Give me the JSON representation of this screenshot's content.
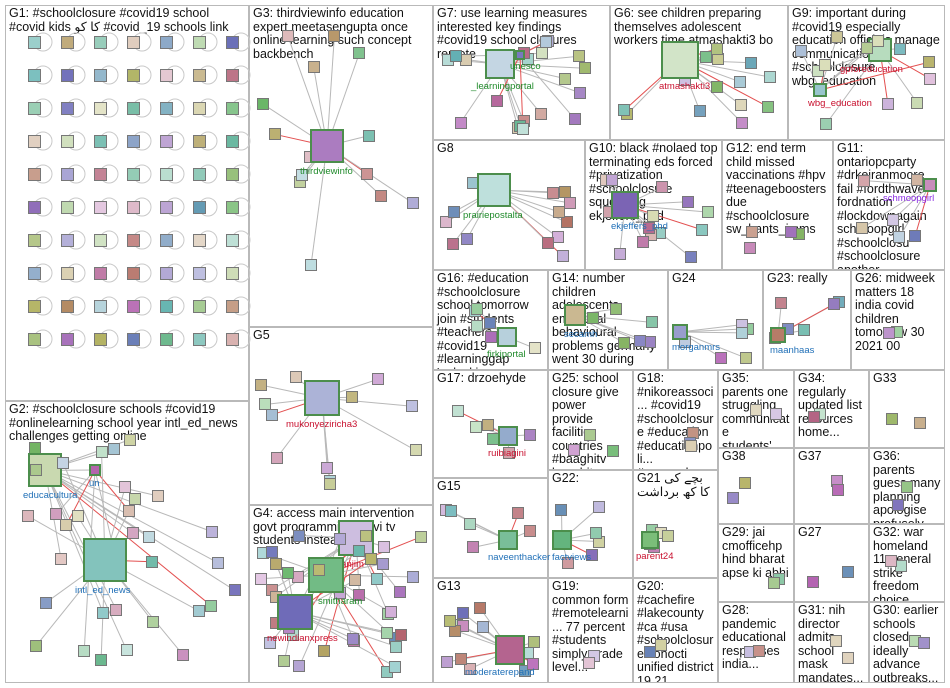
{
  "groups": [
    {
      "id": "G1",
      "label": "G1: #schoolclosure #covid19 school #covid kids کا کو #covid_19 schools link",
      "labels": []
    },
    {
      "id": "G2",
      "label": "G2: #schoolclosure schools #covid19 #onlinelearning school year intl_ed_news challenges getting online",
      "labels": [
        "educacultura",
        "un",
        "intl_ed_news"
      ]
    },
    {
      "id": "G3",
      "label": "G3: thirdviewinfo education expert meetasengupta once online learning such concept backbench",
      "labels": [
        "thirdviewinfo"
      ]
    },
    {
      "id": "G4",
      "label": "G4: access main intervention govt programming kalvi tv students instead kids",
      "labels": [
        "ranjim",
        "smitharam",
        "newindianxpress"
      ]
    },
    {
      "id": "G5",
      "label": "G5",
      "labels": [
        "mukonyeziricha3"
      ]
    },
    {
      "id": "G6",
      "label": "G6: see children preparing themselves adolescent workers time atmashakti3 bo",
      "labels": [
        "atmashakti3"
      ]
    },
    {
      "id": "G7",
      "label": "G7: use learning measures interested key findings #covid19 school closures remote",
      "labels": [
        "_learningportal",
        "unesco"
      ]
    },
    {
      "id": "G8",
      "label": "G8",
      "labels": [
        "prairiepostalta"
      ]
    },
    {
      "id": "G9",
      "label": "G9: important during #covid19 especially education officials manage communications #schoolclosure wbg_education",
      "labels": [
        "gpforeducation",
        "wbg_education"
      ]
    },
    {
      "id": "G10",
      "label": "G10: black #nolaed top terminating eds forced #privatization #schoolclosure squeezing ekjeffers_phd",
      "labels": [
        "ekjeffers_phd"
      ]
    },
    {
      "id": "G11",
      "label": "G11: ontariopcparty #drkeiranmoore fail #fordthwave fordnation #lockdownagain schmoopgirl #schoolclosu #schoolclosure another",
      "labels": [
        "schmoopgirl"
      ]
    },
    {
      "id": "G12",
      "label": "G12: end term child missed vaccinations #hpv #teenageboosters due #schoolclosure sw_hants_imms",
      "labels": []
    },
    {
      "id": "G13",
      "label": "G13",
      "labels": [
        "moderaterepand"
      ]
    },
    {
      "id": "G14",
      "label": "G14: number children adolescents emotional behavioural problems germany went 30 during",
      "labels": [
        "secamh"
      ]
    },
    {
      "id": "G15",
      "label": "G15",
      "labels": [
        "naveenthacker"
      ]
    },
    {
      "id": "G16",
      "label": "G16: #education #schoolclosure school tomorrow join #students #teachers #covid19 #learninggap 'unlocking",
      "labels": [
        "firkiportal"
      ]
    },
    {
      "id": "G17",
      "label": "G17: drzoehyde",
      "labels": [
        "ruibiagini"
      ]
    },
    {
      "id": "G18",
      "label": "G18: #nikoreassoci... #covid19 #schoolclosure #education #educationpoli... #research...",
      "labels": []
    },
    {
      "id": "G19",
      "label": "G19: common form #remotelearni... 77 percent #students simply grade level...",
      "labels": []
    },
    {
      "id": "G20",
      "label": "G20: #cachefire #lakecounty #ca #usa #schoolclosure konocti unified district 19 21",
      "labels": []
    },
    {
      "id": "G21",
      "label": "G21 بچے کی کا کھ برداشت",
      "labels": [
        "parent24"
      ]
    },
    {
      "id": "G22",
      "label": "G22:",
      "labels": [
        "factviews"
      ]
    },
    {
      "id": "G23",
      "label": "G23: really",
      "labels": [
        "maanhaas"
      ]
    },
    {
      "id": "G24",
      "label": "G24",
      "labels": [
        "morganmrs"
      ]
    },
    {
      "id": "G25",
      "label": "G25: school closure give power provide facilities countries #baaghitv baaghitv...",
      "labels": []
    },
    {
      "id": "G26",
      "label": "G26: midweek matters 18 india covid children tomorrow 30 2021 00",
      "labels": []
    },
    {
      "id": "G27",
      "label": "G27",
      "labels": []
    },
    {
      "id": "G28",
      "label": "G28: pandemic educational responses india...",
      "labels": []
    },
    {
      "id": "G29",
      "label": "G29: jai cmofficehp hind bharat apse ki abhi",
      "labels": []
    },
    {
      "id": "G30",
      "label": "G30: earlier schools closed ideally advance outbreaks...",
      "labels": []
    },
    {
      "id": "G31",
      "label": "G31: nih director admits school mask mandates...",
      "labels": []
    },
    {
      "id": "G32",
      "label": "G32: war homeland 11 general strike freedom choice...",
      "labels": []
    },
    {
      "id": "G33",
      "label": "G33",
      "labels": []
    },
    {
      "id": "G34",
      "label": "G34: regularly updated list resources home...",
      "labels": []
    },
    {
      "id": "G35",
      "label": "G35: parents one struggling communicate students'...",
      "labels": []
    },
    {
      "id": "G36",
      "label": "G36: parents guess many planning apologise profusely",
      "labels": []
    },
    {
      "id": "G37",
      "label": "G37",
      "labels": []
    },
    {
      "id": "G38",
      "label": "G38",
      "labels": []
    }
  ],
  "colors": {
    "box_border": "#b9b9b9",
    "edge": "#b8b8b8",
    "edge_red": "#e35050",
    "label_green": "#1f8a2a",
    "label_red": "#c8102e",
    "label_blue": "#1f6fb7"
  }
}
